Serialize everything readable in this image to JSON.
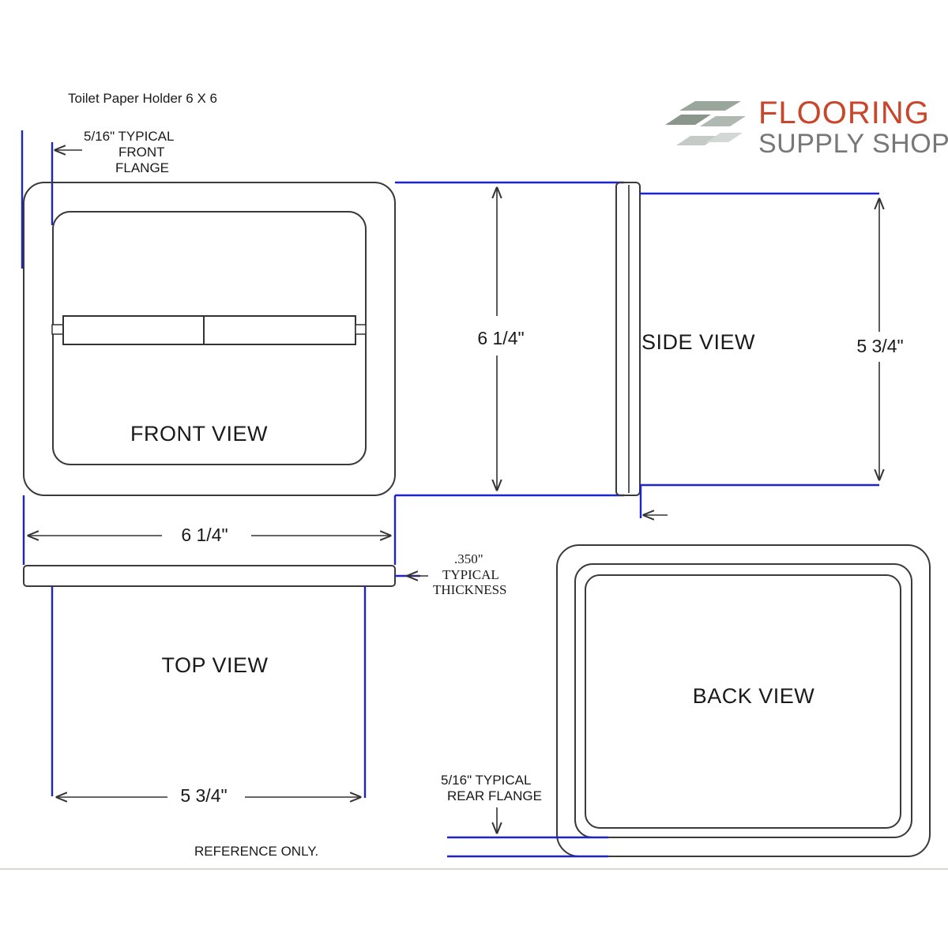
{
  "title": "Toilet Paper Holder 6 X 6",
  "logo": {
    "line1": "FLOORING",
    "line2": "SUPPLY SHOP",
    "accent_color": "#c8462c",
    "text_color": "#777777",
    "mark_color": "#8a968c"
  },
  "annotations": {
    "front_flange": [
      "5/16\" TYPICAL",
      "FRONT",
      "FLANGE"
    ],
    "thickness": [
      ".350\"",
      "TYPICAL",
      "THICKNESS"
    ],
    "rear_flange": [
      "5/16\" TYPICAL",
      "REAR FLANGE"
    ]
  },
  "views": {
    "front": "FRONT VIEW",
    "side": "SIDE VIEW",
    "top": "TOP VIEW",
    "back": "BACK VIEW"
  },
  "dimensions": {
    "front_width": "6 1/4\"",
    "front_height": "6 1/4\"",
    "side_depth": "5 3/4\"",
    "top_depth": "5 3/4\""
  },
  "footer": "REFERENCE ONLY.",
  "line_color": "#1f24c8"
}
